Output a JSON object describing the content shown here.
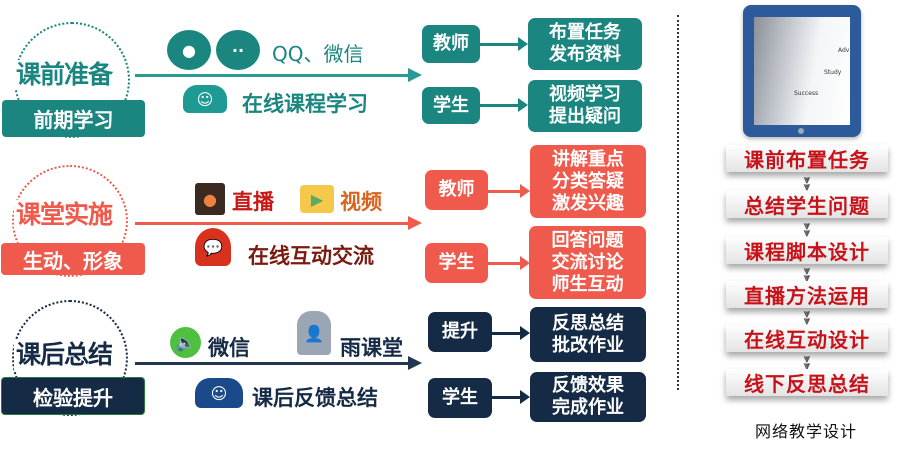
{
  "colors": {
    "teal": "#1b8580",
    "red": "#ef5a4c",
    "navy": "#152a45",
    "step_text": "#c8121a"
  },
  "sections": [
    {
      "title": "课前准备",
      "subtitle": "前期学习",
      "channels": [
        {
          "icon": "qq-icon"
        },
        {
          "icon": "wechat-icon",
          "label": "QQ、微信"
        },
        {
          "icon": "users-icon",
          "label": "在线课程学习"
        }
      ],
      "roles": [
        {
          "role": "教师",
          "tasks": "布置任务\n发布资料"
        },
        {
          "role": "学生",
          "tasks": "视频学习\n提出疑问"
        }
      ]
    },
    {
      "title": "课堂实施",
      "subtitle": "生动、形象",
      "channels": [
        {
          "icon": "live-icon",
          "label": "直播"
        },
        {
          "icon": "video-icon",
          "label": "视频"
        },
        {
          "icon": "chat-icon",
          "label": "在线互动交流"
        }
      ],
      "roles": [
        {
          "role": "教师",
          "tasks": "讲解重点\n分类答疑\n激发兴趣"
        },
        {
          "role": "学生",
          "tasks": "回答问题\n交流讨论\n师生互动"
        }
      ]
    },
    {
      "title": "课后总结",
      "subtitle": "检验提升",
      "channels": [
        {
          "icon": "speaker-icon",
          "label": "微信"
        },
        {
          "icon": "teacher-icon",
          "label": "雨课堂"
        },
        {
          "icon": "users-icon",
          "label": "课后反馈总结"
        }
      ],
      "roles": [
        {
          "role": "提升",
          "tasks": "反思总结\n批改作业"
        },
        {
          "role": "学生",
          "tasks": "反馈效果\n完成作业"
        }
      ]
    }
  ],
  "tablet": {
    "words": [
      "Study",
      "Success",
      "Adv"
    ]
  },
  "steps": [
    "课前布置任务",
    "总结学生问题",
    "课程脚本设计",
    "直播方法运用",
    "在线互动设计",
    "线下反思总结"
  ],
  "caption": "网络教学设计"
}
